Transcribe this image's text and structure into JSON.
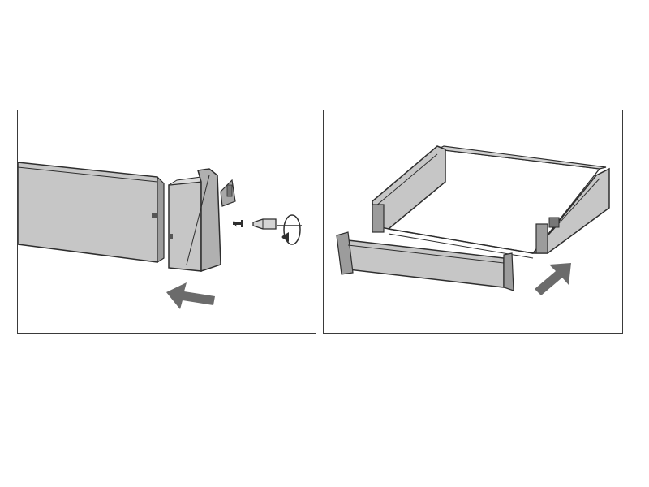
{
  "figure": {
    "panels": [
      {
        "id": "step-1",
        "action": "attach-front-bracket",
        "arrow_direction": "left"
      },
      {
        "id": "step-2",
        "action": "insert-drawer-front",
        "arrow_direction": "up-right"
      }
    ]
  },
  "colors": {
    "frame": "#3a3a3a",
    "panel_fill": "#c6c6c6",
    "panel_dark": "#8e8e8e",
    "line": "#2e2e2e",
    "arrow": "#6b6b6b",
    "background": "#ffffff"
  },
  "icons": {
    "screw": "screw-icon",
    "screwdriver_bit": "screwdriver-bit-icon",
    "rotation": "rotation-arrow-icon",
    "direction_arrow": "direction-arrow-icon"
  }
}
